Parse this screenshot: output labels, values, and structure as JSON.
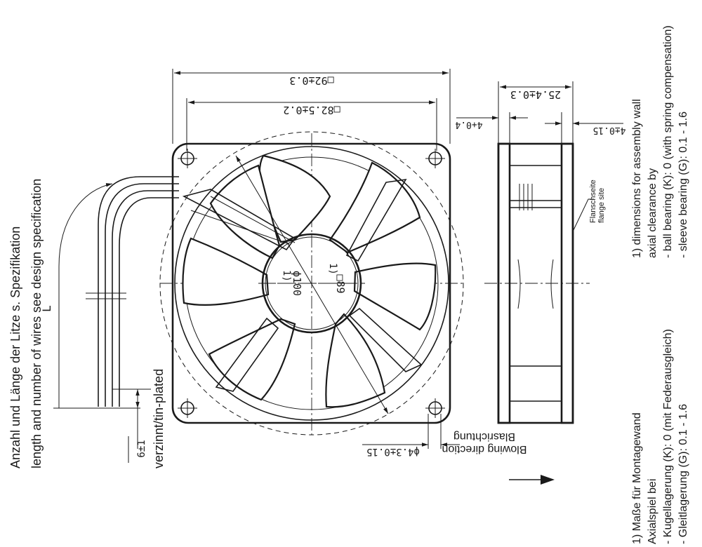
{
  "dimensions": {
    "outer_size": "□92±0.3",
    "inner_size": "□82.5±0.2",
    "depth": "25.4±0.3",
    "flange_offset": "4+0.4",
    "flange_thickness": "4±0.15",
    "hole_diameter": "ϕ4.3±0.15",
    "outer_diameter": "ϕ100",
    "hub_size": "□89",
    "note_marker_1": "1)",
    "note_marker_2": "1)",
    "wire_length_symbol": "L",
    "stripped_length": "6±1"
  },
  "labels": {
    "wires_de": "Anzahl und Länge der Litze s. Spezifikation",
    "wires_en": "length and number of wires see design specification",
    "tinned": "verzinnt/tin-plated",
    "blowing_de": "Blasrichtung",
    "blowing_en": "Blowing direction",
    "flange_de": "Flanschseite",
    "flange_en": "flange site"
  },
  "notes_en": {
    "line1": "1) dimensions for assembly wall",
    "line2": "axial clearance by",
    "line3": "- ball bearing (K): 0 (with spring compensation)",
    "line4": "- sleeve bearing (G): 0.1 - 1.6"
  },
  "notes_de": {
    "line1": "1) Maße für Montagewand",
    "line2": "Axialspiel bei",
    "line3": "- Kugellagerung (K): 0 (mit Federausgleich)",
    "line4": "- Gleitlagerung (G): 0.1 - 1.6"
  },
  "colors": {
    "ink": "#1a1a1a",
    "background": "#ffffff"
  }
}
